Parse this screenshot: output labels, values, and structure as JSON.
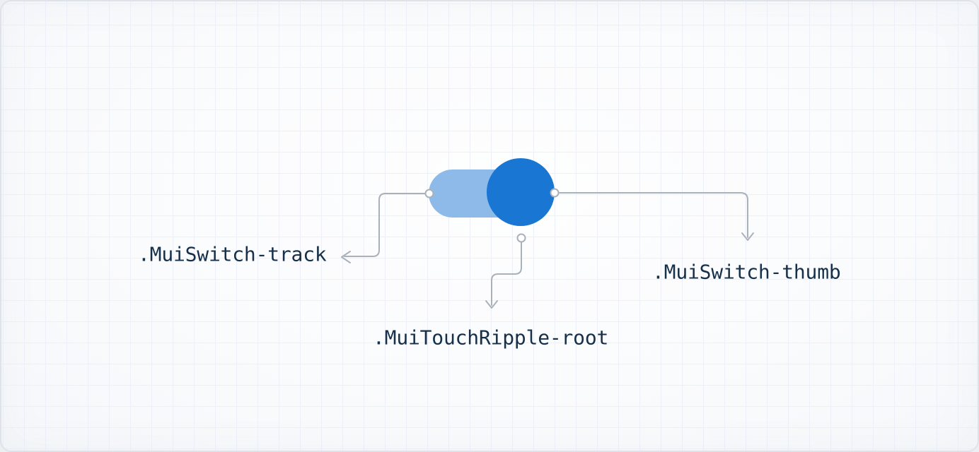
{
  "anatomy": {
    "labels": {
      "track": ".MuiSwitch-track",
      "thumb": ".MuiSwitch-thumb",
      "touch_ripple": ".MuiTouchRipple-root"
    },
    "colors": {
      "thumb": "#1976d2",
      "track": "#8dbae8",
      "connector": "#a9b1bb",
      "label_text": "#16304a",
      "grid_line": "#edf0f8"
    },
    "icons": [
      "connector-dot",
      "arrow-left-icon",
      "arrow-down-icon"
    ]
  }
}
